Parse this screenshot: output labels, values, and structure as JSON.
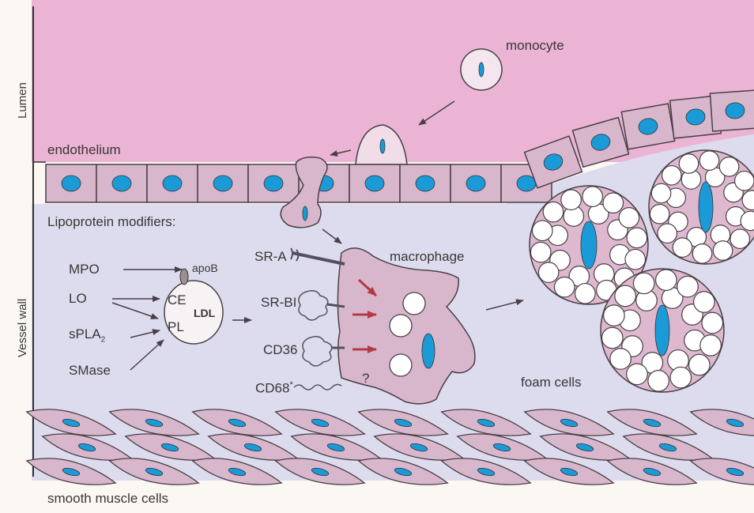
{
  "labels": {
    "lumen": "Lumen",
    "vessel_wall": "Vessel wall",
    "endothelium": "endothelium",
    "monocyte": "monocyte",
    "lipoprotein_modifiers": "Lipoprotein modifiers:",
    "mpo": "MPO",
    "lo": "LO",
    "splas_base": "sPLA",
    "splas_sub": "2",
    "smase": "SMase",
    "apob": "apoB",
    "ce": "CE",
    "pl": "PL",
    "ldl": "LDL",
    "sr_a": "SR-A",
    "sr_bi": "SR-BI",
    "cd36": "CD36",
    "cd68": "CD68",
    "cd68_sup": "*",
    "question": "?",
    "macrophage": "macrophage",
    "foam_cells": "foam cells",
    "smooth_muscle_cells": "smooth muscle cells"
  },
  "colors": {
    "lumen": "#ebb4d4",
    "wall": "#dcdcee",
    "cell_fill": "#d8b7cc",
    "nucleus": "#1b9ad8",
    "outline": "#4a3f45",
    "arrow_red": "#b33a44",
    "receptor": "#555060"
  }
}
